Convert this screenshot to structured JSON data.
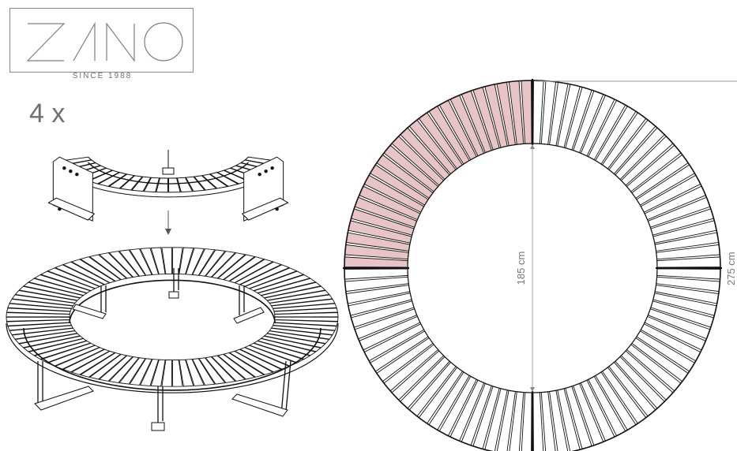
{
  "brand": {
    "letters": [
      "Z",
      "A",
      "N",
      "O"
    ],
    "tagline": "SINCE 1988",
    "color": "#8a8a8a"
  },
  "segment_quantity": "4 x",
  "dimensions": {
    "inner_diameter": "185 cm",
    "outer_diameter": "275 cm"
  },
  "plan_view": {
    "slats_total": 96,
    "segments": 4,
    "highlighted_segment": 1,
    "highlight_color": "#e9c4c6",
    "stroke_color": "#111111"
  }
}
